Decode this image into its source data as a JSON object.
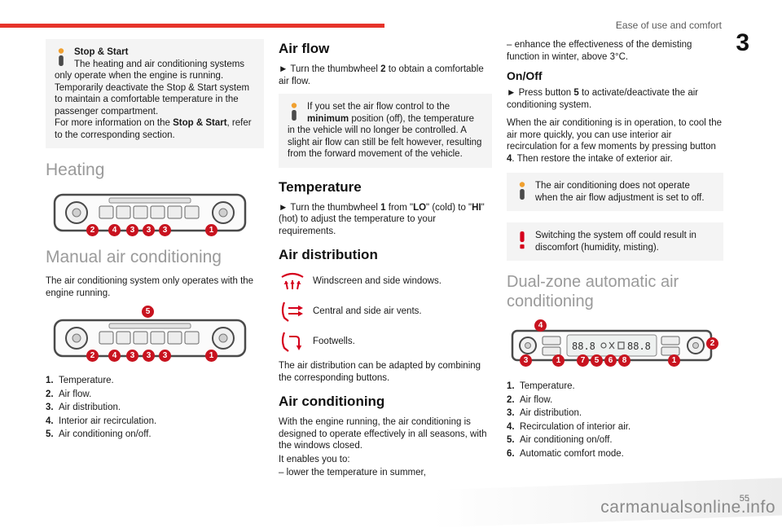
{
  "header": {
    "chapter_title": "Ease of use and comfort",
    "chapter_number": "3"
  },
  "footer": {
    "page_number": "55",
    "watermark": "carmanualsonline.info"
  },
  "colors": {
    "accent_red": "#e6332a",
    "badge_red": "#c8131f",
    "heading_gray": "#9a9a9a"
  },
  "col1": {
    "infobox": {
      "title": "Stop & Start",
      "body": "The heating and air conditioning systems only operate when the engine is running. Temporarily deactivate the Stop & Start system to maintain a comfortable temperature in the passenger compartment.",
      "more_pre": "For more information on the ",
      "more_bold": "Stop & Start",
      "more_post": ", refer to the corresponding section."
    },
    "heating_heading": "Heating",
    "manual_heading": "Manual air conditioning",
    "manual_text": "The air conditioning system only operates with the engine running.",
    "list": [
      {
        "n": "1.",
        "t": "Temperature."
      },
      {
        "n": "2.",
        "t": "Air flow."
      },
      {
        "n": "3.",
        "t": "Air distribution."
      },
      {
        "n": "4.",
        "t": "Interior air recirculation."
      },
      {
        "n": "5.",
        "t": "Air conditioning on/off."
      }
    ]
  },
  "col2": {
    "airflow_heading": "Air flow",
    "airflow_pre": "► Turn the thumbwheel ",
    "airflow_bold": "2",
    "airflow_post": " to obtain a comfortable air flow.",
    "infobox_pre": "If you set the air flow control to the ",
    "infobox_bold": "minimum",
    "infobox_post": " position (off), the temperature in the vehicle will no longer be controlled. A slight air flow can still be felt however, resulting from the forward movement of the vehicle.",
    "temp_heading": "Temperature",
    "temp_p1": "► Turn the thumbwheel ",
    "temp_b1": "1",
    "temp_p2": " from \"",
    "temp_b2": "LO",
    "temp_p3": "\" (cold) to \"",
    "temp_b3": "HI",
    "temp_p4": "\" (hot) to adjust the temperature to your requirements.",
    "dist_heading": "Air distribution",
    "dist_items": [
      {
        "t": "Windscreen and side windows."
      },
      {
        "t": "Central and side air vents."
      },
      {
        "t": "Footwells."
      }
    ],
    "dist_note": "The air distribution can be adapted by combining the corresponding buttons.",
    "ac_heading": "Air conditioning",
    "ac_p1": "With the engine running, the air conditioning is designed to operate effectively in all seasons, with the windows closed.",
    "ac_p2": "It enables you to:",
    "ac_li1": "–  lower the temperature in summer,"
  },
  "col3": {
    "cont_li": "–  enhance the effectiveness of the demisting function in winter, above 3°C.",
    "onoff_heading": "On/Off",
    "onoff_p1_pre": "► Press button ",
    "onoff_p1_bold": "5",
    "onoff_p1_post": " to activate/deactivate the air conditioning system.",
    "onoff_p2_pre": "When the air conditioning is in operation, to cool the air more quickly, you can use interior air recirculation for a few moments by pressing button ",
    "onoff_p2_bold": "4",
    "onoff_p2_post": ". Then restore the intake of exterior air.",
    "infobox_text": "The air conditioning does not operate when the air flow adjustment is set to off.",
    "warnbox_text": "Switching the system off could result in discomfort (humidity, misting).",
    "dual_heading": "Dual-zone automatic air conditioning",
    "list": [
      {
        "n": "1.",
        "t": "Temperature."
      },
      {
        "n": "2.",
        "t": "Air flow."
      },
      {
        "n": "3.",
        "t": "Air distribution."
      },
      {
        "n": "4.",
        "t": "Recirculation of interior air."
      },
      {
        "n": "5.",
        "t": "Air conditioning on/off."
      },
      {
        "n": "6.",
        "t": "Automatic comfort mode."
      }
    ]
  },
  "panels": {
    "heating_callouts": [
      "2",
      "4",
      "3",
      "3",
      "3",
      "1"
    ],
    "manual_callouts": [
      "5",
      "2",
      "4",
      "3",
      "3",
      "3",
      "1"
    ],
    "dual_callouts": [
      "4",
      "3",
      "1",
      "7",
      "5",
      "6",
      "8",
      "1",
      "2"
    ],
    "dual_display_left": "88.8",
    "dual_display_right": "88.8"
  }
}
